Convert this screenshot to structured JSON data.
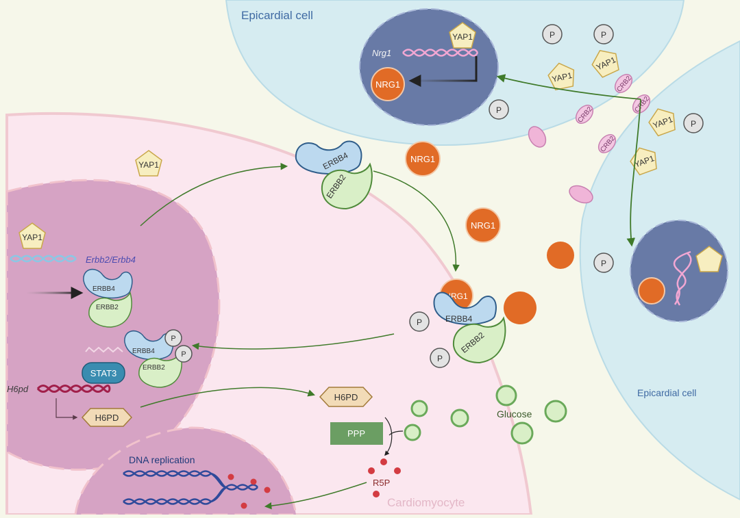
{
  "labels": {
    "epicardial_top": "Epicardial cell",
    "epicardial_right": "Epicardial cell",
    "cardiomyocyte": "Cardiomyocyte",
    "nrg1_gene": "Nrg1",
    "nrg1": "NRG1",
    "yap1": "YAP1",
    "p": "P",
    "erbb4": "ERBB4",
    "erbb2": "ERBB2",
    "crb2": "CRB2",
    "erbb_genes": "Erbb2/Erbb4",
    "stat3": "STAT3",
    "h6pd_gene": "H6pd",
    "h6pd": "H6PD",
    "ppp": "PPP",
    "glucose": "Glucose",
    "r5p": "R5P",
    "dna_replication": "DNA replication"
  },
  "colors": {
    "background": "#f6f7ea",
    "epicardial_cell": "#d6ecf1",
    "epicardial_nucleus": "#687aa6",
    "cardiomyocyte": "#fbe7ef",
    "cardiomyocyte_nucleus": "#d6a3c4",
    "nrg1": "#e16b26",
    "yap1": "#f7eec0",
    "erbb4": "#bcd9ef",
    "erbb2": "#d9efc7",
    "stat3": "#3a8cb0",
    "h6pd": "#f2dbb7",
    "ppp": "#6b9e63",
    "glucose": "#6aa95a",
    "r5p": "#d33c42",
    "arrow_green": "#3f7a2a"
  }
}
